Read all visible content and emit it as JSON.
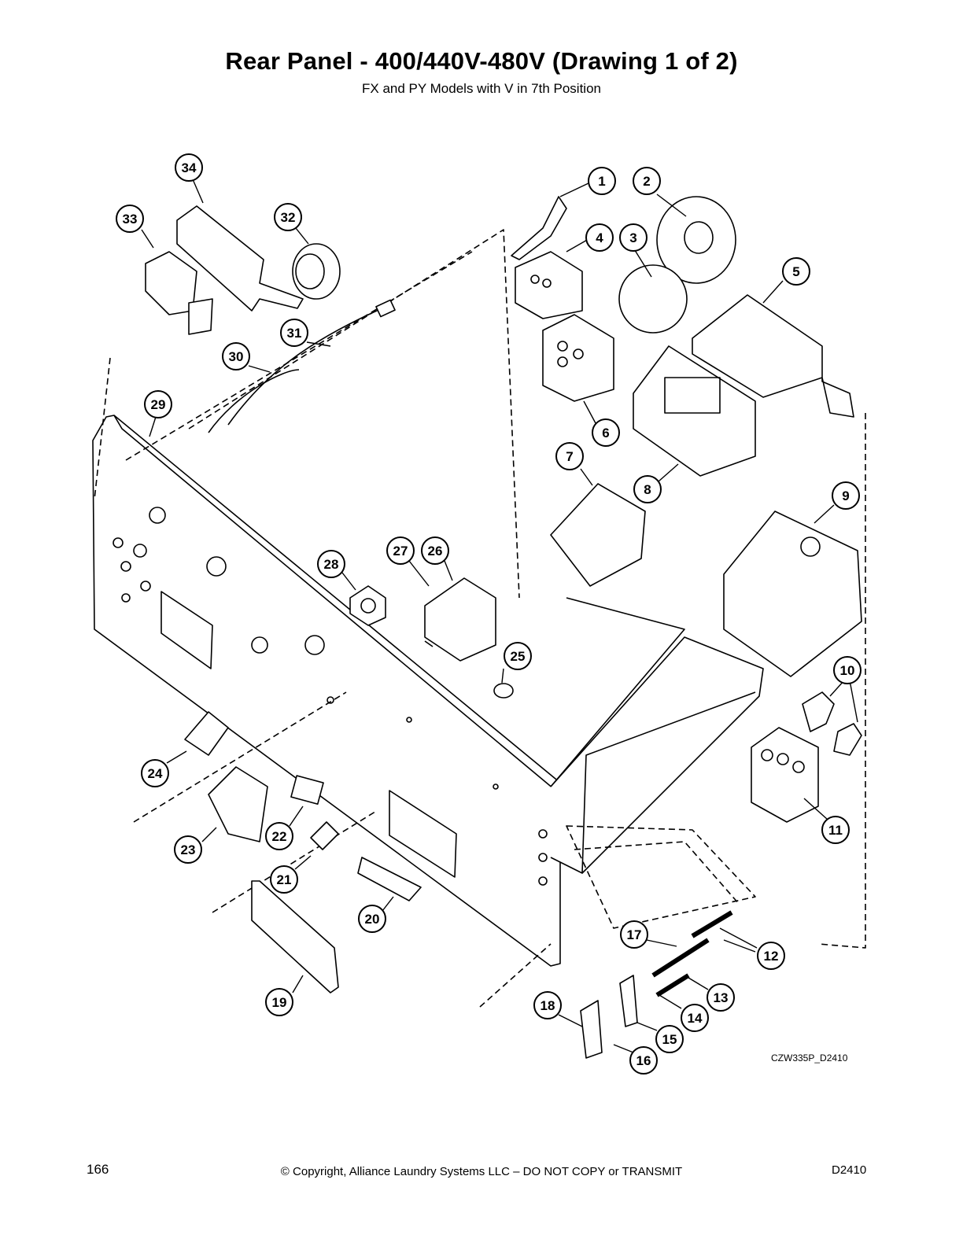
{
  "header": {
    "title": "Rear Panel - 400/440V-480V (Drawing 1 of 2)",
    "subtitle": "FX and PY Models with V in 7th Position"
  },
  "drawing": {
    "code": "CZW335P_D2410",
    "callouts": [
      "1",
      "2",
      "3",
      "4",
      "5",
      "6",
      "7",
      "8",
      "9",
      "10",
      "11",
      "12",
      "13",
      "14",
      "15",
      "16",
      "17",
      "18",
      "19",
      "20",
      "21",
      "22",
      "23",
      "24",
      "25",
      "26",
      "27",
      "28",
      "29",
      "30",
      "31",
      "32",
      "33",
      "34"
    ]
  },
  "footer": {
    "page_number": "166",
    "copyright": "© Copyright, Alliance Laundry Systems LLC – DO NOT COPY or TRANSMIT",
    "doc_id": "D2410"
  }
}
